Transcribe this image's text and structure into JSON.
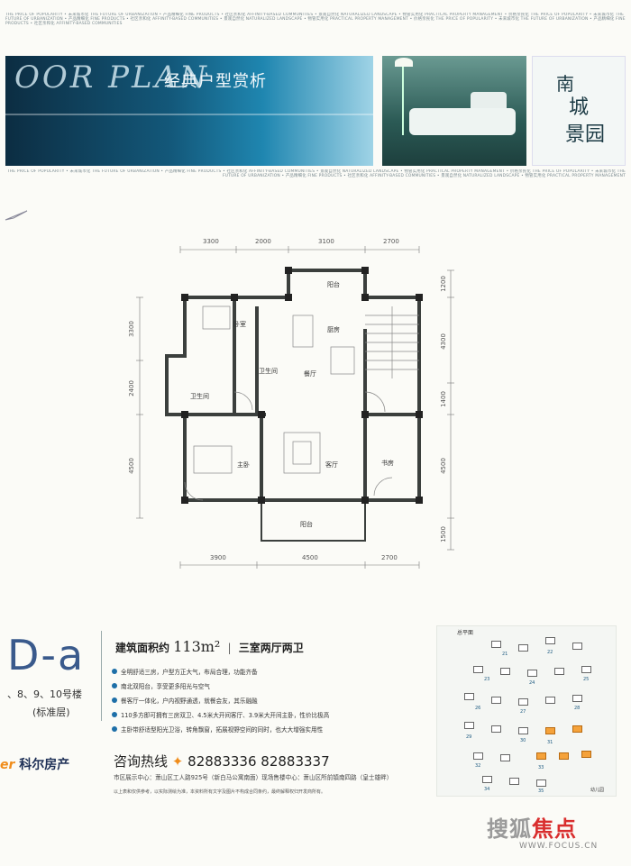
{
  "header": {
    "micro_top": "THE PRICE OF POPULARITY • 未来城市化 THE FUTURE OF URBANIZATION • 产品精细化 FINE PRODUCTS • 社区亲和化 AFFINITY-BASED COMMUNITIES • 景观自然化 NATURALIZED LANDSCAPE • 物管实用化 PRACTICAL PROPERTY MANAGEMENT • 价格亲民化 THE PRICE OF POPULARITY • 未来城市化 THE FUTURE OF URBANIZATION • 产品精细化 FINE PRODUCTS • 社区亲和化 AFFINITY-BASED COMMUNITIES • 景观自然化 NATURALIZED LANDSCAPE • 物管实用化 PRACTICAL PROPERTY MANAGEMENT • 价格亲民化 THE PRICE OF POPULARITY • 未来城市化 THE FUTURE OF URBANIZATION • 产品精细化 FINE PRODUCTS • 社区亲和化 AFFINITY-BASED COMMUNITIES",
    "banner_big": "OOR PLAN",
    "banner_cn": "经典户型赏析",
    "logo_chars": [
      "南",
      "城",
      "景园"
    ],
    "micro_bottom": "THE PRICE OF POPULARITY • 未来城市化 THE FUTURE OF URBANIZATION • 产品精细化 FINE PRODUCTS • 社区亲和化 AFFINITY-BASED COMMUNITIES • 景观自然化 NATURALIZED LANDSCAPE • 物管实用化 PRACTICAL PROPERTY MANAGEMENT • 价格亲民化 THE PRICE OF POPULARITY • 未来城市化 THE FUTURE OF URBANIZATION • 产品精细化 FINE PRODUCTS • 社区亲和化 AFFINITY-BASED COMMUNITIES • 景观自然化 NATURALIZED LANDSCAPE • 物管实用化 PRACTICAL PROPERTY MANAGEMENT"
  },
  "plan": {
    "dims_top": [
      "3300",
      "2000",
      "3100",
      "2700"
    ],
    "dims_bottom": [
      "3900",
      "4500",
      "2700"
    ],
    "dims_left": [
      "3300",
      "2400",
      "4500"
    ],
    "dims_right": [
      "1200",
      "4300",
      "1400",
      "4500",
      "1500"
    ],
    "rooms": {
      "balcony_top": "阳台",
      "bedroom_1": "卧室",
      "kitchen": "厨房",
      "bath_2": "卫生间",
      "dining": "餐厅",
      "bath_1": "卫生间",
      "master": "主卧",
      "living": "客厅",
      "bedroom_3": "书房",
      "balcony_bottom": "阳台"
    }
  },
  "info": {
    "type_code": "D-a",
    "buildings": "、8、9、10号楼",
    "standard": "(标准层)",
    "area_label": "建筑面积约",
    "area_value": "113m²",
    "sep": "|",
    "layout": "三室两厅两卫",
    "features": [
      "全明舒适三房，户型方正大气，布局合理，功能齐备",
      "南北双阳台，享受更多阳光与空气",
      "餐客厅一体化，户内视野通透，就餐会友，其乐融融",
      "110多方即可拥有三房双卫、4.5米大开间客厅、3.9米大开间主卧，性价比极高",
      "主卧带舒适型阳光卫浴，转角飘窗，拓展视野空间的同时，也大大增强实用性"
    ]
  },
  "footer": {
    "brand_er": "er",
    "brand_cn": "科尔房产",
    "hotline_label": "咨询热线",
    "hotline_star": "✦",
    "phone1": "82883336",
    "phone2": "82883337",
    "address": "市区展示中心：萧山区工人路925号（新白马公寓南面）现场售楼中心：萧山区所前镇南四路（皇士雄畔）",
    "fine_print": "以上表和仅供参考，以实际测绘为准，本资料所有文字及图片不构成合同条约，最终解释权归开发商所有。"
  },
  "sitemap": {
    "label": "总平面",
    "numbers": [
      "21",
      "22",
      "23",
      "24",
      "25",
      "26",
      "27",
      "28",
      "29",
      "30",
      "31",
      "32",
      "33",
      "34",
      "35"
    ],
    "note": "幼儿园"
  },
  "watermark": {
    "part1": "搜狐",
    "part2": "焦点",
    "url": "WWW.FOCUS.CN"
  },
  "colors": {
    "accent_blue": "#1e6fa8",
    "orange": "#f08c1a",
    "watermark_red": "#d92e2e"
  }
}
